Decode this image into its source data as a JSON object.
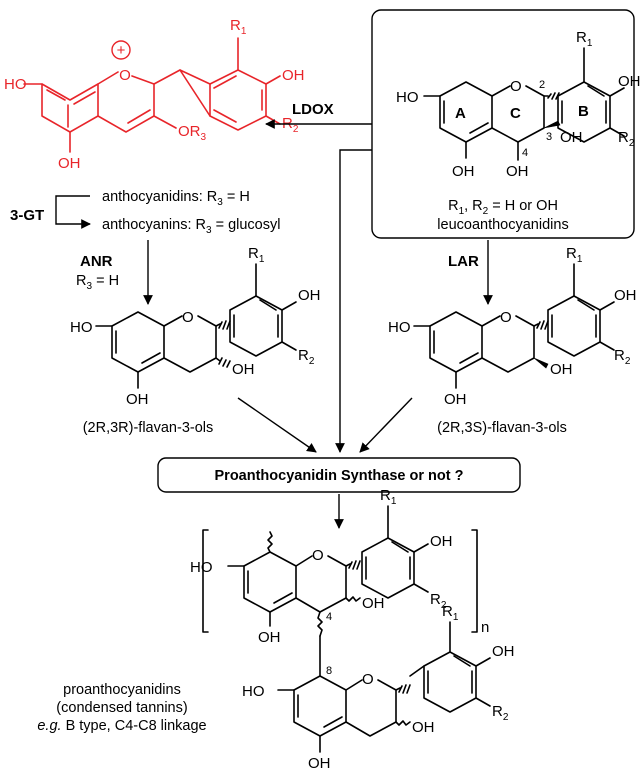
{
  "substituents": {
    "r1": "R",
    "r1_sub": "1",
    "r2": "R",
    "r2_sub": "2",
    "oh": "OH",
    "ho": "HO",
    "o": "O"
  },
  "anthocyanidin": {
    "or3": "OR",
    "r3_sub": "3",
    "charge": "+",
    "color": "#e8252a"
  },
  "leuco": {
    "ring_a": "A",
    "ring_b": "B",
    "ring_c": "C",
    "num2": "2",
    "num3": "3",
    "num4": "4",
    "caption1_a": "R",
    "caption1_sub1": "1",
    "caption1_b": ", R",
    "caption1_sub2": "2",
    "caption1_c": " = H or OH",
    "caption2": "leucoanthocyanidins"
  },
  "enzymes": {
    "ldox": "LDOX",
    "gt": "3-GT",
    "anr": "ANR",
    "lar": "LAR"
  },
  "gt_products": {
    "line1_a": "anthocyanidins: R",
    "line1_sub": "3",
    "line1_b": " = H",
    "line2_a": "anthocyanins: R",
    "line2_sub": "3",
    "line2_b": " = glucosyl"
  },
  "anr_condition": {
    "a": "R",
    "sub": "3",
    "b": " = H"
  },
  "flavanols": {
    "left": "(2R,3R)-flavan-3-ols",
    "right": "(2R,3S)-flavan-3-ols"
  },
  "synthase_box": "Proanthocyanidin Synthase or not ?",
  "polymer": {
    "n": "n",
    "num4": "4",
    "num8": "8",
    "caption1": "proanthocyanidins",
    "caption2": "(condensed tannins)",
    "caption3_eg": "e.g.",
    "caption3_rest": " B type, C4-C8 linkage"
  }
}
